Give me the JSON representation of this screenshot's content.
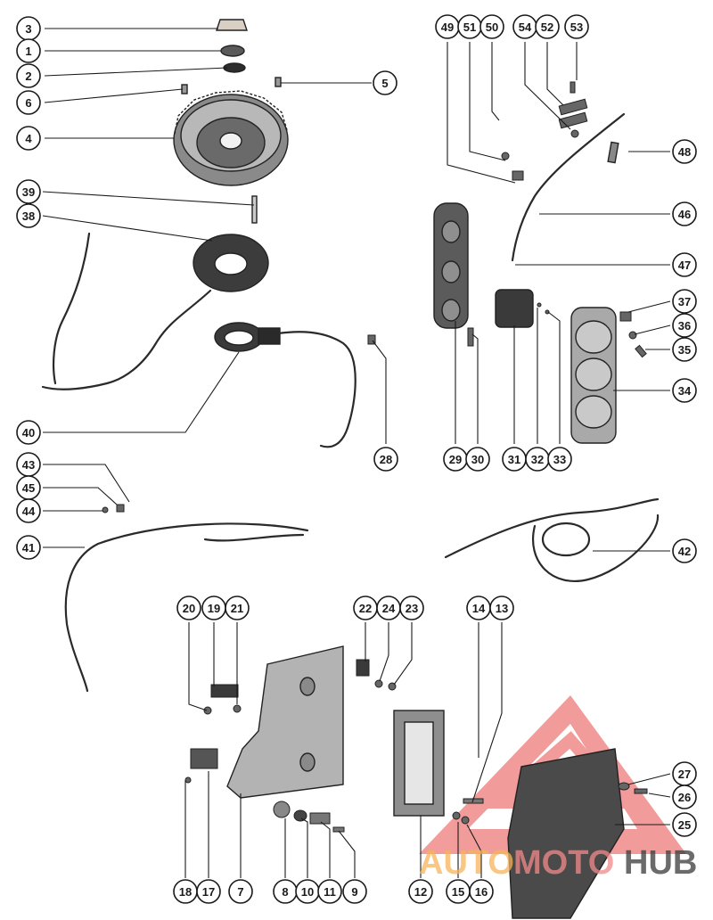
{
  "callouts": [
    {
      "id": "c3",
      "label": "3"
    },
    {
      "id": "c1",
      "label": "1"
    },
    {
      "id": "c2",
      "label": "2"
    },
    {
      "id": "c6",
      "label": "6"
    },
    {
      "id": "c4",
      "label": "4"
    },
    {
      "id": "c5",
      "label": "5"
    },
    {
      "id": "c39",
      "label": "39"
    },
    {
      "id": "c38",
      "label": "38"
    },
    {
      "id": "c40",
      "label": "40"
    },
    {
      "id": "c28",
      "label": "28"
    },
    {
      "id": "c49",
      "label": "49"
    },
    {
      "id": "c51",
      "label": "51"
    },
    {
      "id": "c50",
      "label": "50"
    },
    {
      "id": "c54",
      "label": "54"
    },
    {
      "id": "c52",
      "label": "52"
    },
    {
      "id": "c53",
      "label": "53"
    },
    {
      "id": "c48",
      "label": "48"
    },
    {
      "id": "c46",
      "label": "46"
    },
    {
      "id": "c47",
      "label": "47"
    },
    {
      "id": "c37",
      "label": "37"
    },
    {
      "id": "c36",
      "label": "36"
    },
    {
      "id": "c35",
      "label": "35"
    },
    {
      "id": "c34",
      "label": "34"
    },
    {
      "id": "c29",
      "label": "29"
    },
    {
      "id": "c30",
      "label": "30"
    },
    {
      "id": "c31",
      "label": "31"
    },
    {
      "id": "c32",
      "label": "32"
    },
    {
      "id": "c33",
      "label": "33"
    },
    {
      "id": "c43",
      "label": "43"
    },
    {
      "id": "c45",
      "label": "45"
    },
    {
      "id": "c44",
      "label": "44"
    },
    {
      "id": "c41",
      "label": "41"
    },
    {
      "id": "c42",
      "label": "42"
    },
    {
      "id": "c20",
      "label": "20"
    },
    {
      "id": "c19",
      "label": "19"
    },
    {
      "id": "c21",
      "label": "21"
    },
    {
      "id": "c22",
      "label": "22"
    },
    {
      "id": "c24",
      "label": "24"
    },
    {
      "id": "c23",
      "label": "23"
    },
    {
      "id": "c14",
      "label": "14"
    },
    {
      "id": "c13",
      "label": "13"
    },
    {
      "id": "c27",
      "label": "27"
    },
    {
      "id": "c26",
      "label": "26"
    },
    {
      "id": "c25",
      "label": "25"
    },
    {
      "id": "c18",
      "label": "18"
    },
    {
      "id": "c17",
      "label": "17"
    },
    {
      "id": "c7",
      "label": "7"
    },
    {
      "id": "c8",
      "label": "8"
    },
    {
      "id": "c10",
      "label": "10"
    },
    {
      "id": "c11",
      "label": "11"
    },
    {
      "id": "c9",
      "label": "9"
    },
    {
      "id": "c12",
      "label": "12"
    },
    {
      "id": "c15",
      "label": "15"
    },
    {
      "id": "c16",
      "label": "16"
    }
  ],
  "watermark": {
    "part1": "AUTO",
    "part2": "MOTO",
    "part3": "HUB",
    "color_auto": "#f7b45a",
    "color_moto": "#f28a8a",
    "color_hub": "#3a3a3a",
    "triangle_color": "#e84a4a"
  }
}
